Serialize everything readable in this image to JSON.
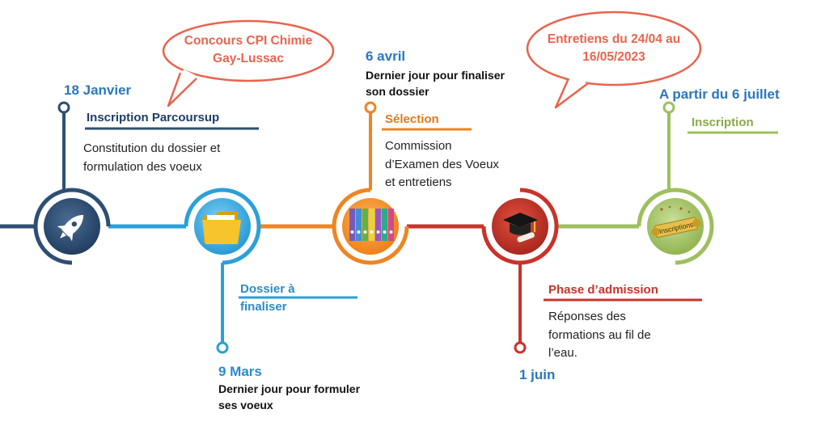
{
  "colors": {
    "dark_blue": "#2e4f74",
    "light_blue": "#2aa0d8",
    "orange": "#ee8522",
    "red": "#c8332b",
    "green": "#9dbf5e",
    "bubble_text": "#e8644e",
    "date_blue": "#2a77bf"
  },
  "bubbles": [
    {
      "text_line1": "Concours CPI Chimie",
      "text_line2": "Gay-Lussac"
    },
    {
      "text_line1": "Entretiens du 24/04 au",
      "text_line2": "16/05/2023"
    }
  ],
  "steps": [
    {
      "date": "18 Janvier",
      "heading": "Inscription Parcoursup",
      "desc_line1": "Constitution du dossier et",
      "desc_line2": "formulation des voeux",
      "icon": "rocket-icon"
    },
    {
      "date": "9 Mars",
      "heading_line1": "Dossier à",
      "heading_line2": "finaliser",
      "note_line1": "Dernier jour pour formuler",
      "note_line2": "ses voeux",
      "icon": "folder-icon"
    },
    {
      "date": "6 avril",
      "note_line1": "Dernier jour pour finaliser",
      "note_line2": "son dossier",
      "heading": "Sélection",
      "desc_line1": "Commission",
      "desc_line2": "d’Examen des Voeux",
      "desc_line3": "et entretiens",
      "icon": "binders-icon"
    },
    {
      "date": "1 juin",
      "heading": "Phase d’admission",
      "desc_line1": "Réponses des",
      "desc_line2": "formations au fil de",
      "desc_line3": "l’eau.",
      "icon": "graduation-cap-icon"
    },
    {
      "date": "A partir du 6 juillet",
      "heading": "Inscription",
      "icon": "inscriptions-scroll-icon",
      "icon_label": "Inscriptions"
    }
  ]
}
